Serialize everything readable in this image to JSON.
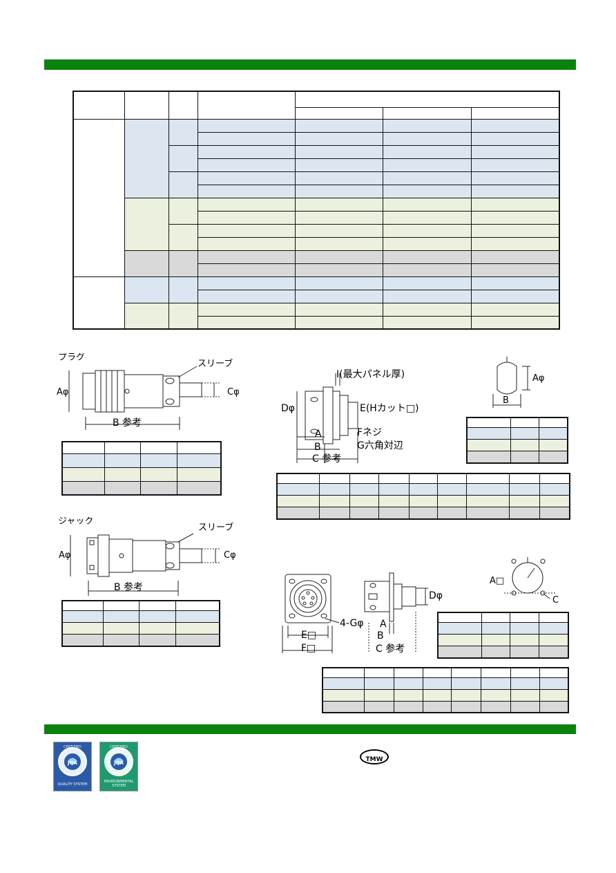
{
  "labels": {
    "plug_title": "プラグ",
    "jack_title": "ジャック",
    "sleeve": "スリーブ",
    "a_phi": "Aφ",
    "c_phi": "Cφ",
    "b_ref": "B 参考",
    "i_panel": "I(最大パネル厚)",
    "d_phi": "Dφ",
    "e_cut": "E(Hカット□)",
    "f_screw": "Fネジ",
    "g_hex": "G六角対辺",
    "a": "A",
    "b": "B",
    "c_ref": "C 参考",
    "b_small": "B",
    "a_phi_small": "Aφ",
    "a_sq": "A□",
    "c": "C",
    "e_sq": "E□",
    "f_sq": "F□",
    "g_hole": "4-Gφ",
    "tmw": "TMW"
  },
  "logos": [
    {
      "top": "CERTIFIED",
      "mark": "JQA",
      "bottom": "QUALITY SYSTEM"
    },
    {
      "top": "CERTIFIED",
      "mark": "JQA",
      "bottom": "ENVIRONMENTAL SYSTEM"
    }
  ],
  "colors": {
    "bar": "#0b820b",
    "blue": "#dce6f1",
    "cream": "#ebf1de",
    "gray": "#d9d9d9"
  }
}
